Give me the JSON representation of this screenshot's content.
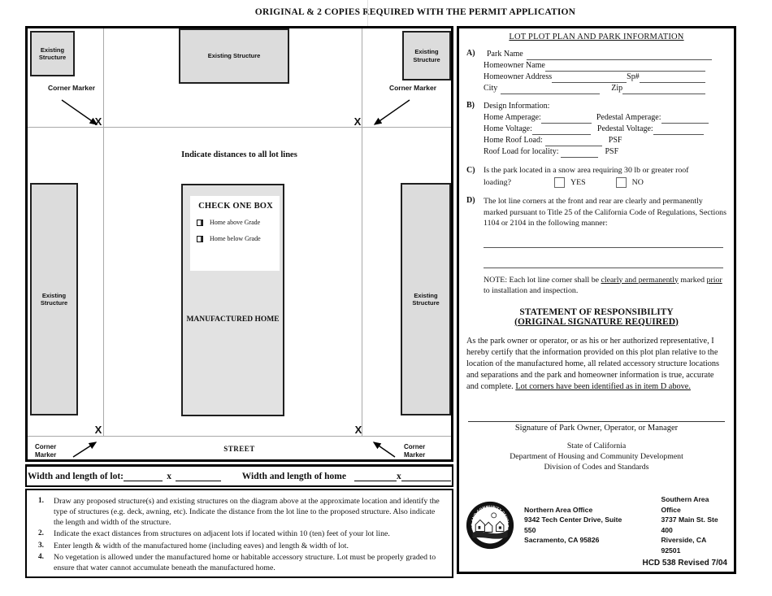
{
  "header": {
    "title": "ORIGINAL & 2 COPIES REQUIRED WITH THE PERMIT APPLICATION"
  },
  "diagram": {
    "existing_structure": "Existing Structure",
    "corner_marker": "Corner Marker",
    "corner": "Corner",
    "marker": "Marker",
    "x_mark": "X",
    "note": "Indicate distances to all lot lines",
    "check_box_title": "CHECK ONE BOX",
    "check_options": [
      {
        "label": "Home above Grade"
      },
      {
        "label": "Home below Grade"
      }
    ],
    "home": "MANUFACTURED HOME",
    "street": "STREET"
  },
  "dimensions": {
    "lot_label": "Width and length of lot:",
    "x1": "x",
    "home_label": "Width and length of home",
    "x2": "x"
  },
  "instructions": {
    "items": [
      {
        "num": "1.",
        "text": "Draw any proposed structure(s) and existing structures on the diagram above at the approximate location and identify the type of structures (e.g. deck, awning, etc).  Indicate the distance from the lot line to the proposed structure.  Also indicate the length and width of the structure."
      },
      {
        "num": "2.",
        "text": "Indicate the exact distances from structures on adjacent lots if located within 10 (ten) feet of your lot line."
      },
      {
        "num": "3.",
        "text": "Enter length & width of the manufactured home (including eaves) and length & width of lot."
      },
      {
        "num": "4.",
        "text": "No vegetation is allowed under the manufactured home or habitable accessory structure.  Lot must be properly graded to ensure that water cannot accumulate beneath the manufactured home."
      }
    ]
  },
  "info": {
    "title": "LOT PLOT PLAN AND PARK INFORMATION",
    "a": {
      "label": "A)",
      "park_name": "Park Name",
      "homeowner_name": "Homeowner Name",
      "homeowner_address": "Homeowner Address",
      "sp": "Sp#",
      "city": "City",
      "zip": "Zip"
    },
    "b": {
      "label": "B)",
      "heading": "Design Information:",
      "home_amperage": "Home Amperage:",
      "pedestal_amperage": "Pedestal Amperage:",
      "home_voltage": "Home Voltage:",
      "pedestal_voltage": "Pedestal Voltage:",
      "home_roof_load": "Home Roof Load:",
      "psf1": "PSF",
      "roof_load_locality": "Roof Load for locality:",
      "psf2": "PSF"
    },
    "c": {
      "label": "C)",
      "question": "Is the park located in a snow area requiring 30 lb or greater roof",
      "question2": "loading?",
      "yes": "YES",
      "no": "NO"
    },
    "d": {
      "label": "D)",
      "text": "The lot line corners at the front and rear are clearly and  permanently marked pursuant to Title 25 of the California Code of Regulations, Sections 1104 or 2104 in the following manner:",
      "note_pre": "NOTE:  Each lot line corner shall be ",
      "note_u1": "clearly and permanently",
      "note_mid": " marked ",
      "note_u2": "prior",
      "note_post": " to installation and inspection."
    },
    "statement": {
      "heading1": "STATEMENT OF RESPONSIBILITY",
      "heading2": "(ORIGINAL SIGNATURE REQUIRED)",
      "body": "As the park owner or operator, or as his or her authorized representative, I hereby certify that the information provided on this plot plan relative to the location of the manufactured home, all related accessory structure locations and separations and the park and homeowner information is true, accurate and complete.  ",
      "body_underlined": "Lot corners have been identified as in item D above."
    },
    "signature": {
      "label": "Signature of Park Owner, Operator, or Manager"
    },
    "agency": {
      "line1": "State of California",
      "line2": "Department of Housing and Community Development",
      "line3": "Division of Codes and Standards"
    },
    "seal": {
      "ring_text": "HOUSING AND COMMUNITY DEVELOPMENT",
      "bottom_text": "• CALIFORNIA •"
    },
    "offices": {
      "north": {
        "name": "Northern Area Office",
        "addr1": "9342 Tech Center Drive, Suite 550",
        "addr2": "Sacramento, CA 95826"
      },
      "south": {
        "name": "Southern Area Office",
        "addr1": "3737 Main St. Ste 400",
        "addr2": "Riverside, CA  92501"
      }
    },
    "form_number": "HCD 538 Revised 7/04"
  }
}
